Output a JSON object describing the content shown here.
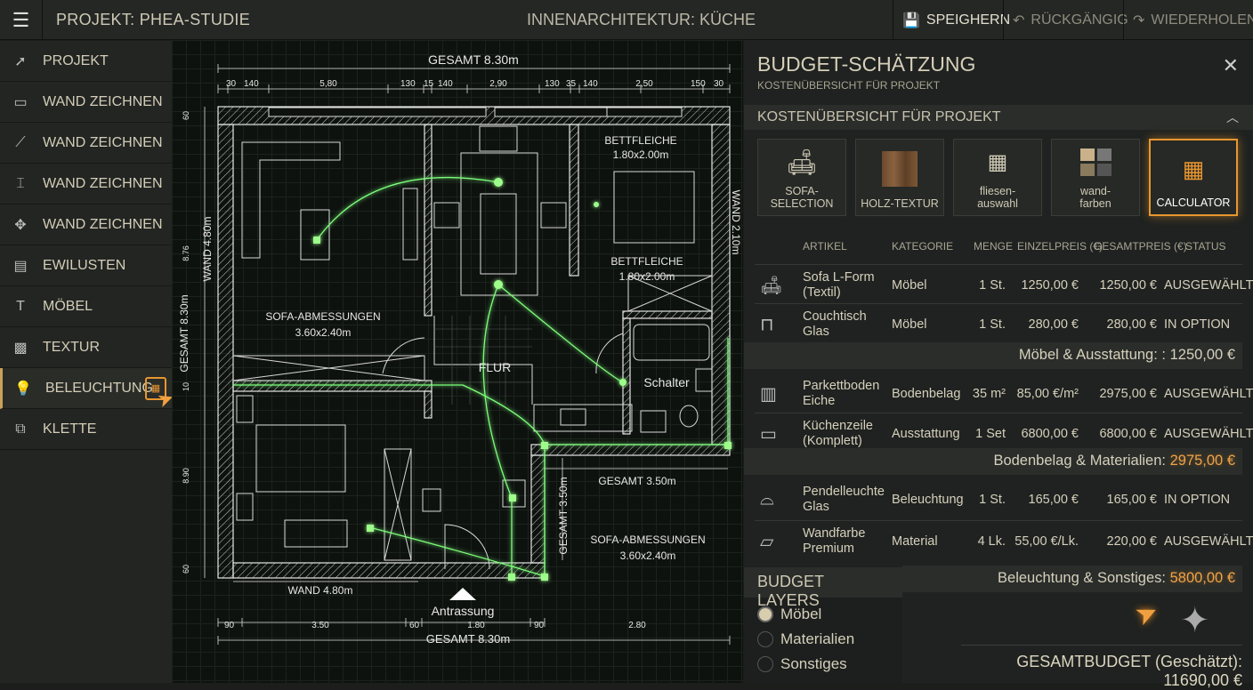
{
  "topbar": {
    "project": "PROJEKT: PHEA-STUDIE",
    "context": "INNENARCHITEKTUR: KÜCHE",
    "save": "SPEIGHERN",
    "undo": "RÜCKGÄNGIG",
    "redo": "WIEDERHOLEN"
  },
  "sidebar": {
    "items": [
      {
        "label": "PROJEKT",
        "icon": "cursor-icon"
      },
      {
        "label": "WAND ZEICHNEN",
        "icon": "wall-rect-icon"
      },
      {
        "label": "WAND ZEICHNEN",
        "icon": "line-icon"
      },
      {
        "label": "WAND ZEICHNEN",
        "icon": "wall-bracket-icon"
      },
      {
        "label": "WAND ZEICHNEN",
        "icon": "move-icon"
      },
      {
        "label": "EWILUSTEN",
        "icon": "frame-icon"
      },
      {
        "label": "MÖBEL",
        "icon": "furniture-icon"
      },
      {
        "label": "TEXTUR",
        "icon": "texture-icon"
      },
      {
        "label": "BELEUCHTUNG",
        "icon": "lightbulb-icon"
      },
      {
        "label": "KLETTE",
        "icon": "clip-icon"
      }
    ]
  },
  "plan": {
    "total_top": "GESAMT 8.30m",
    "dims_top": [
      "30",
      "140",
      "5,80",
      "130",
      "15",
      "140",
      "2,90",
      "130",
      "35",
      "140",
      "2,50",
      "150",
      "30"
    ],
    "bed1": "BETTFLEICHE",
    "bed1_size": "1.80x2.00m",
    "bed2": "BETTFLEICHE",
    "bed2_size": "1.80x2.00m",
    "sofa1": "SOFA-ABMESSUNGEN",
    "sofa1_size": "3.60x2.40m",
    "sofa2": "SOFA-ABMESSUNGEN",
    "sofa2_size": "3.60x2.40m",
    "flur": "FLUR",
    "schalter": "Schalter",
    "gesamt_350h": "GESAMT 3.50m",
    "gesamt_350v": "GESAMT 3.50m",
    "wand_480v": "WAND 4.80m",
    "wand_480h": "WAND 4.80m",
    "gesamt_830v": "GESAMT 8.30m",
    "wand_210": "WAND 2.10m",
    "entrance": "Antrassung",
    "total_bottom": "GESAMT 8.30m",
    "dims_bottom": [
      "90",
      "3.50",
      "60",
      "1.80",
      "90",
      "2.80"
    ],
    "dims_left": [
      "60",
      "8.76",
      "10",
      "8.90",
      "60"
    ]
  },
  "panel": {
    "title": "BUDGET-SCHÄTZUNG",
    "subtitle": "KOSTENÜBERSICHT FÜR PROJEKT",
    "section": "KOSTENÜBERSICHT FÜR PROJEKT",
    "tiles": [
      {
        "label": "SOFA-SELECTION"
      },
      {
        "label": "HOLZ-TEXTUR"
      },
      {
        "label": "fliesen-\nauswahl"
      },
      {
        "label": "wand-\nfarben"
      },
      {
        "label": "CALCULATOR"
      }
    ],
    "headers": [
      "ARTIKEL",
      "KATEGORIE",
      "MENGE",
      "EINZELPREIS (€)",
      "GESAMTPREIS (€)",
      "STATUS"
    ],
    "rows": [
      {
        "name": "Sofa L-Form (Textil)",
        "cat": "Möbel",
        "qty": "1 St.",
        "unit": "1250,00 €",
        "total": "1250,00 €",
        "status": "AUSGEWÄHLT"
      },
      {
        "name": "Couchtisch Glas",
        "cat": "Möbel",
        "qty": "1 St.",
        "unit": "280,00 €",
        "total": "280,00 €",
        "status": "IN OPTION"
      },
      {
        "name": "Parkettboden Eiche",
        "cat": "Bodenbelag",
        "qty": "35 m²",
        "unit": "85,00 €/m²",
        "total": "2975,00 €",
        "status": "AUSGEWÄHLT"
      },
      {
        "name": "Küchenzeile (Komplett)",
        "cat": "Ausstattung",
        "qty": "1 Set",
        "unit": "6800,00 €",
        "total": "6800,00 €",
        "status": "AUSGEWÄHLT"
      },
      {
        "name": "Pendelleuchte Glas",
        "cat": "Beleuchtung",
        "qty": "1 St.",
        "unit": "165,00 €",
        "total": "165,00 €",
        "status": "IN OPTION"
      },
      {
        "name": "Wandfarbe Premium",
        "cat": "Material",
        "qty": "4 Lk.",
        "unit": "55,00 €/Lk.",
        "total": "220,00 €",
        "status": "AUSGEWÄHLT"
      }
    ],
    "subtotals": [
      {
        "label": "Möbel & Ausstattung: :",
        "amount": "1250,00 €"
      },
      {
        "label": "Bodenbelag & Materialien:",
        "amount": "2975,00 €"
      },
      {
        "label": "Beleuchtung & Sonstiges:",
        "amount": "5800,00 €"
      }
    ],
    "layers_title": "BUDGET LAYERS",
    "layers": [
      {
        "label": "Möbel",
        "selected": true
      },
      {
        "label": "Materialien",
        "selected": false
      },
      {
        "label": "Sonstiges",
        "selected": false
      }
    ],
    "total_label": "GESAMTBUDGET (Geschätzt):",
    "total_amount": "11690,00 €"
  },
  "colors": {
    "accent": "#e8962f",
    "green": "#7dff7a",
    "bg": "#1b1e1b"
  }
}
